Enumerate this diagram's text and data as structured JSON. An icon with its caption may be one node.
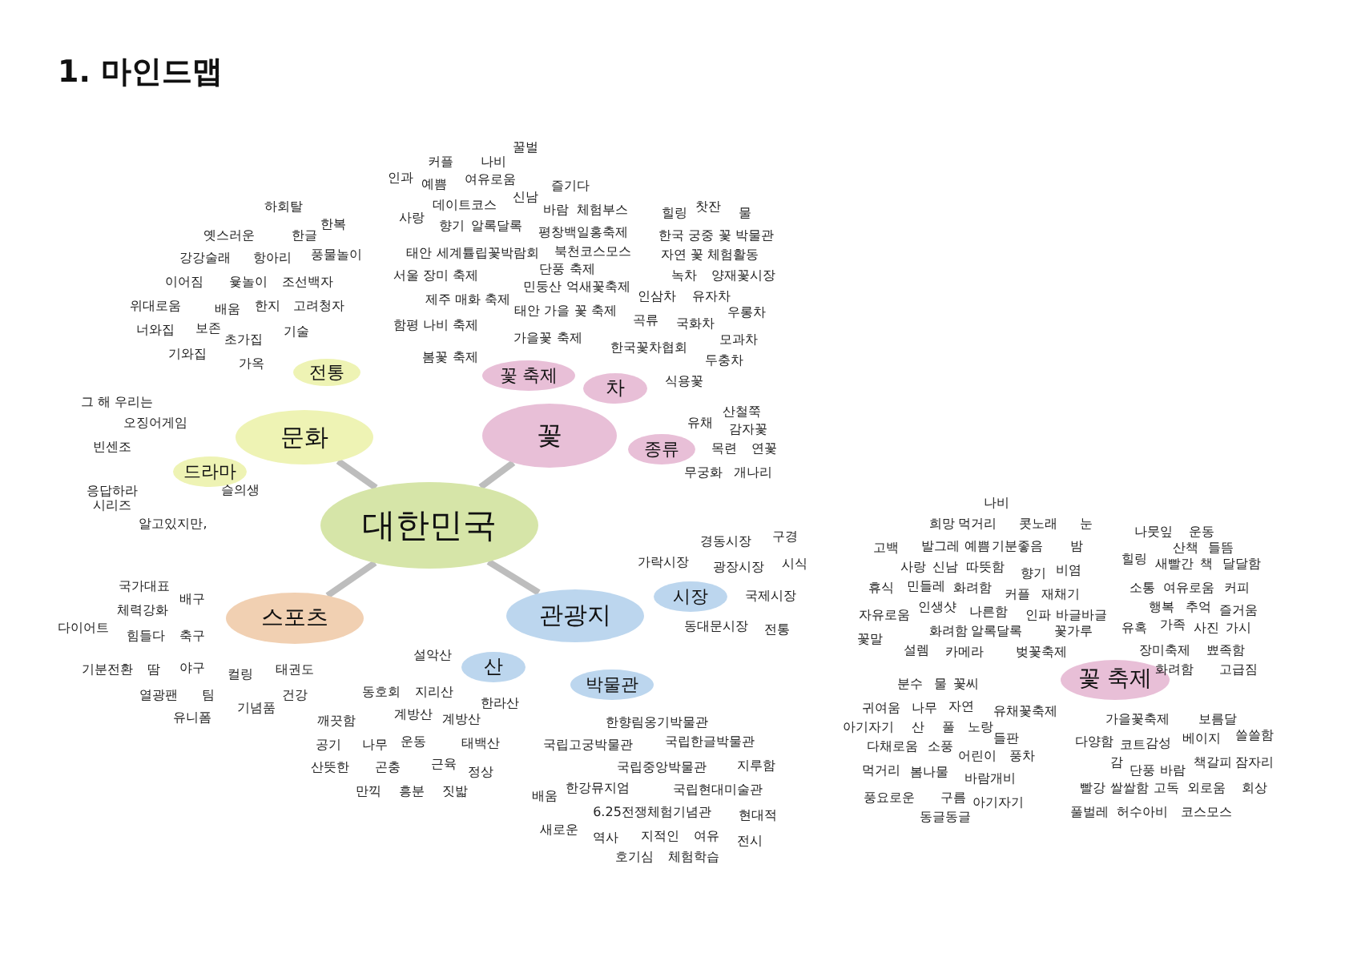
{
  "diagram": {
    "title": "1. 마인드맵",
    "nodes": [
      {
        "text": [
          "대한민국"
        ]
      },
      {
        "text": [
          "문화"
        ]
      },
      {
        "text": [
          "전통"
        ]
      },
      {
        "text": [
          "드라마"
        ]
      },
      {
        "text": [
          "꽃"
        ]
      },
      {
        "text": [
          "꽃 축제"
        ]
      },
      {
        "text": [
          "차"
        ]
      },
      {
        "text": [
          "종류"
        ]
      },
      {
        "text": [
          "관광지"
        ]
      },
      {
        "text": [
          "시장"
        ]
      },
      {
        "text": [
          "산"
        ]
      },
      {
        "text": [
          "박물관"
        ]
      },
      {
        "text": [
          "스포츠"
        ]
      },
      {
        "text": [
          "꽃 축제"
        ]
      }
    ],
    "edges": [
      {
        "from": 0,
        "to": 1,
        "arrow": "none"
      },
      {
        "from": 0,
        "to": 4,
        "arrow": "none"
      },
      {
        "from": 0,
        "to": 12,
        "arrow": "none"
      },
      {
        "from": 0,
        "to": 8,
        "arrow": "none"
      }
    ],
    "labels": [
      "하회탈",
      "한복",
      "옛스러운",
      "한글",
      "강강술래",
      "항아리",
      "풍물놀이",
      "이어짐",
      "윷놀이",
      "조선백자",
      "위대로움",
      "배움",
      "한지",
      "고려청자",
      "너와집",
      "보존",
      "초가집",
      "기술",
      "기와집",
      "가옥",
      "그 해 우리는",
      "오징어게임",
      "빈센조",
      "응답하라 시리즈",
      "슬의생",
      "알고있지만,",
      "꿀벌",
      "커플",
      "나비",
      "인과",
      "예쁨",
      "여유로움",
      "신남",
      "즐기다",
      "데이트코스",
      "사랑",
      "바람",
      "체험부스",
      "향기",
      "알록달록",
      "힐링",
      "찻잔",
      "물",
      "평창백일홍축제",
      "한국 궁중 꽃 박물관",
      "태안 세계튤립꽃박람회",
      "북천코스모스",
      "자연 꽃 체험활동",
      "단풍 축제",
      "서울 장미 축제",
      "녹차",
      "양재꽃시장",
      "민둥산 억새꽃축제",
      "제주 매화 축제",
      "인삼차",
      "유자차",
      "태안 가을 꽃 축제",
      "우롱차",
      "함평 나비 축제",
      "곡류",
      "국화차",
      "가을꽃 축제",
      "모과차",
      "한국꽃차협회",
      "봄꽃 축제",
      "두충차",
      "식용꽃",
      "산철쭉",
      "유채",
      "감자꽃",
      "목련",
      "연꽃",
      "무궁화",
      "개나리",
      "국가대표",
      "배구",
      "체력강화",
      "다이어트",
      "힘들다",
      "축구",
      "기분전환",
      "땀",
      "야구",
      "컬링",
      "태권도",
      "열광팬",
      "팀",
      "건강",
      "유니폼",
      "기념품",
      "경동시장",
      "구경",
      "가락시장",
      "광장시장",
      "시식",
      "국제시장",
      "동대문시장",
      "전통",
      "설악산",
      "동호회",
      "지리산",
      "한라산",
      "깨끗함",
      "계방산",
      "계방산",
      "공기",
      "나무",
      "운동",
      "태백산",
      "산뜻한",
      "곤충",
      "근육",
      "정상",
      "만끽",
      "흥분",
      "짓밟",
      "한향림옹기박물관",
      "국립고궁박물관",
      "국립한글박물관",
      "국립중앙박물관",
      "지루함",
      "배움",
      "한강뮤지엄",
      "국립현대미술관",
      "6.25전쟁체험기념관",
      "현대적",
      "새로운",
      "역사",
      "지적인",
      "여유",
      "전시",
      "호기심",
      "체험학습",
      "나비",
      "희망",
      "먹거리",
      "콧노래",
      "눈",
      "고백",
      "발그레",
      "예쁨",
      "기분좋음",
      "밤",
      "사랑",
      "신남",
      "따뜻함",
      "향기",
      "비염",
      "휴식",
      "민들레",
      "화려함",
      "커플",
      "재채기",
      "인생샷",
      "자유로움",
      "나른함",
      "인파",
      "바글바글",
      "꽃말",
      "화려함",
      "알록달록",
      "꽃가루",
      "설렘",
      "카메라",
      "벚꽃축제",
      "나뭇잎",
      "운동",
      "산책",
      "들뜸",
      "힐링",
      "새빨간",
      "책",
      "달달함",
      "소통",
      "여유로움",
      "커피",
      "행복",
      "추억",
      "즐거움",
      "유혹",
      "가족",
      "사진",
      "가시",
      "장미축제",
      "뾰족함",
      "화려함",
      "고급짐",
      "분수",
      "물",
      "꽃씨",
      "귀여움",
      "나무",
      "자연",
      "유채꽃축제",
      "아기자기",
      "산",
      "풀",
      "노랑",
      "들판",
      "다채로움",
      "소풍",
      "어린이",
      "풍차",
      "먹거리",
      "봄나물",
      "바람개비",
      "풍요로운",
      "구름",
      "아기자기",
      "동글동글",
      "가을꽃축제",
      "보름달",
      "다양함",
      "코트",
      "감성",
      "베이지",
      "쓸쓸함",
      "감",
      "단풍",
      "바람",
      "책갈피",
      "잠자리",
      "빨강",
      "쌀쌀함",
      "고독",
      "외로움",
      "회상",
      "풀벌레",
      "허수아비",
      "코스모스"
    ]
  }
}
